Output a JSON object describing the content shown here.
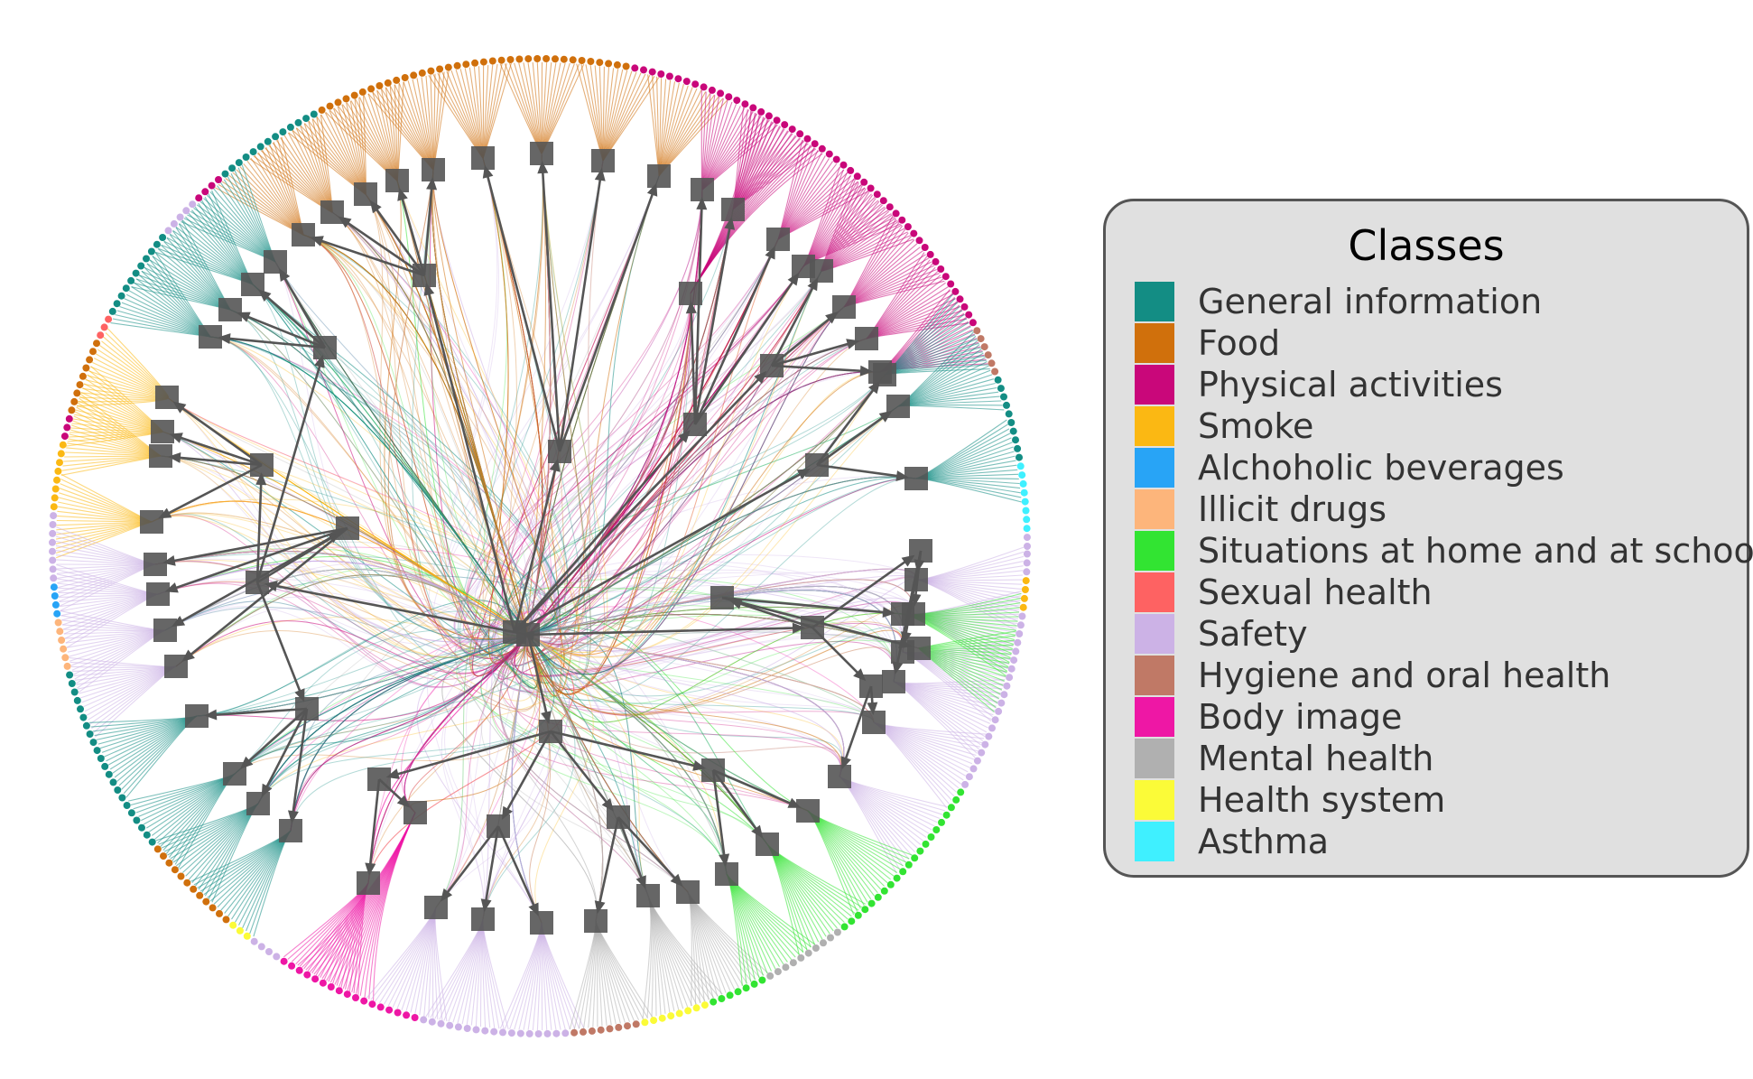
{
  "legend": {
    "title": "Classes",
    "items": [
      {
        "label": "General information",
        "color": "#138d84"
      },
      {
        "label": "Food",
        "color": "#d0700c"
      },
      {
        "label": "Physical activities",
        "color": "#c9077a"
      },
      {
        "label": "Smoke",
        "color": "#fbb813"
      },
      {
        "label": "Alchoholic beverages",
        "color": "#28a4f6"
      },
      {
        "label": "Illicit drugs",
        "color": "#fdb57b"
      },
      {
        "label": "Situations at home and at school",
        "color": "#32e432"
      },
      {
        "label": "Sexual health",
        "color": "#fe6262"
      },
      {
        "label": "Safety",
        "color": "#ccb2e6"
      },
      {
        "label": "Hygiene and oral health",
        "color": "#c07966"
      },
      {
        "label": "Body image",
        "color": "#ee17a5"
      },
      {
        "label": "Mental health",
        "color": "#b0b0b0"
      },
      {
        "label": "Health system",
        "color": "#fbfb38"
      },
      {
        "label": "Asthma",
        "color": "#3ff0ff"
      }
    ]
  },
  "diagram": {
    "node_color": "#555555",
    "edge_color": "#555555",
    "sectors": [
      {
        "class": 0,
        "from": 117,
        "to": 128
      },
      {
        "class": 1,
        "from": 100,
        "to": 117
      },
      {
        "class": 1,
        "from": 79,
        "to": 100
      },
      {
        "class": 2,
        "from": 55,
        "to": 79
      },
      {
        "class": 2,
        "from": 27,
        "to": 55
      },
      {
        "class": 9,
        "from": 20,
        "to": 27
      },
      {
        "class": 0,
        "from": 10,
        "to": 20
      },
      {
        "class": 13,
        "from": 2,
        "to": 10
      },
      {
        "class": 8,
        "from": -4,
        "to": 2
      },
      {
        "class": 3,
        "from": -8,
        "to": -4
      },
      {
        "class": 8,
        "from": -30,
        "to": -8
      },
      {
        "class": 6,
        "from": -52,
        "to": -30
      },
      {
        "class": 11,
        "from": -62,
        "to": -52
      },
      {
        "class": 6,
        "from": -70,
        "to": -62
      },
      {
        "class": 12,
        "from": -78,
        "to": -70
      },
      {
        "class": 9,
        "from": -86,
        "to": -78
      },
      {
        "class": 8,
        "from": -96,
        "to": -86
      },
      {
        "class": 8,
        "from": -104,
        "to": -96
      },
      {
        "class": 10,
        "from": -122,
        "to": -104
      },
      {
        "class": 8,
        "from": -126,
        "to": -122
      },
      {
        "class": 12,
        "from": -130,
        "to": -126
      },
      {
        "class": 1,
        "from": -142,
        "to": -130
      },
      {
        "class": 0,
        "from": -165,
        "to": -142
      },
      {
        "class": 5,
        "from": -172,
        "to": -165
      },
      {
        "class": 4,
        "from": -176,
        "to": -172
      },
      {
        "class": 8,
        "from": -184,
        "to": -176
      },
      {
        "class": 3,
        "from": -192,
        "to": -184
      },
      {
        "class": 2,
        "from": -196,
        "to": -192
      },
      {
        "class": 1,
        "from": -205,
        "to": -196
      },
      {
        "class": 7,
        "from": -208,
        "to": -205
      },
      {
        "class": 0,
        "from": -220,
        "to": -208
      },
      {
        "class": 8,
        "from": -225,
        "to": -220
      },
      {
        "class": 2,
        "from": -229,
        "to": -225
      },
      {
        "class": 0,
        "from": -232,
        "to": -229
      }
    ],
    "groups": [
      {
        "hub": [
          570,
          700
        ],
        "branches": [
          {
            "hub": [
              620,
              500
            ],
            "class": 1,
            "leaves": [
              [
                535,
                175
              ],
              [
                600,
                170
              ],
              [
                668,
                178
              ],
              [
                730,
                195
              ]
            ]
          },
          {
            "hub": [
              470,
              305
            ],
            "class": 1,
            "leaves": [
              [
                405,
                215
              ],
              [
                440,
                200
              ],
              [
                480,
                188
              ],
              [
                368,
                235
              ],
              [
                336,
                260
              ]
            ]
          },
          {
            "hub": [
              770,
              470
            ],
            "class": 2,
            "leaves": [
              [
                765,
                325
              ],
              [
                778,
                210
              ],
              [
                812,
                232
              ],
              [
                862,
                265
              ],
              [
                890,
                295
              ]
            ]
          },
          {
            "hub": [
              855,
              405
            ],
            "class": 2,
            "leaves": [
              [
                910,
                300
              ],
              [
                935,
                340
              ],
              [
                960,
                375
              ],
              [
                975,
                412
              ]
            ]
          },
          {
            "hub": [
              905,
              515
            ],
            "class": 0,
            "leaves": [
              [
                995,
                450
              ],
              [
                1015,
                530
              ],
              [
                980,
                415
              ]
            ]
          }
        ]
      },
      {
        "hub": [
          900,
          695
        ],
        "branches": [
          {
            "hub": [
              1020,
              610
            ],
            "class": 8,
            "leaves": [
              [
                1015,
                642
              ],
              [
                1012,
                680
              ],
              [
                1000,
                722
              ],
              [
                990,
                755
              ]
            ]
          },
          {
            "hub": [
              800,
              662
            ],
            "class": 6,
            "leaves": [
              [
                1018,
                718
              ],
              [
                1000,
                680
              ]
            ]
          },
          {
            "hub": [
              965,
              760
            ],
            "class": 8,
            "leaves": [
              [
                930,
                860
              ],
              [
                968,
                800
              ]
            ]
          }
        ]
      },
      {
        "hub": [
          285,
          645
        ],
        "branches": [
          {
            "hub": [
              290,
              515
            ],
            "class": 3,
            "leaves": [
              [
                185,
                440
              ],
              [
                180,
                478
              ],
              [
                178,
                505
              ],
              [
                168,
                578
              ]
            ]
          },
          {
            "hub": [
              385,
              585
            ],
            "class": 8,
            "leaves": [
              [
                172,
                625
              ],
              [
                175,
                658
              ],
              [
                183,
                698
              ],
              [
                195,
                738
              ]
            ]
          },
          {
            "hub": [
              360,
              385
            ],
            "class": 0,
            "leaves": [
              [
                233,
                373
              ],
              [
                255,
                343
              ],
              [
                280,
                315
              ],
              [
                305,
                290
              ]
            ]
          },
          {
            "hub": [
              340,
              785
            ],
            "class": 0,
            "leaves": [
              [
                218,
                793
              ],
              [
                260,
                857
              ],
              [
                286,
                890
              ],
              [
                322,
                920
              ]
            ]
          }
        ]
      },
      {
        "hub": [
          610,
          810
        ],
        "branches": [
          {
            "hub": [
              420,
              863
            ],
            "class": 10,
            "leaves": [
              [
                408,
                978
              ],
              [
                460,
                900
              ]
            ]
          },
          {
            "hub": [
              552,
              915
            ],
            "class": 8,
            "leaves": [
              [
                483,
                1005
              ],
              [
                535,
                1018
              ],
              [
                600,
                1022
              ]
            ]
          },
          {
            "hub": [
              685,
              905
            ],
            "class": 11,
            "leaves": [
              [
                660,
                1020
              ],
              [
                718,
                992
              ],
              [
                762,
                988
              ]
            ]
          },
          {
            "hub": [
              790,
              853
            ],
            "class": 6,
            "leaves": [
              [
                805,
                968
              ],
              [
                850,
                935
              ],
              [
                895,
                898
              ]
            ]
          }
        ]
      }
    ]
  }
}
